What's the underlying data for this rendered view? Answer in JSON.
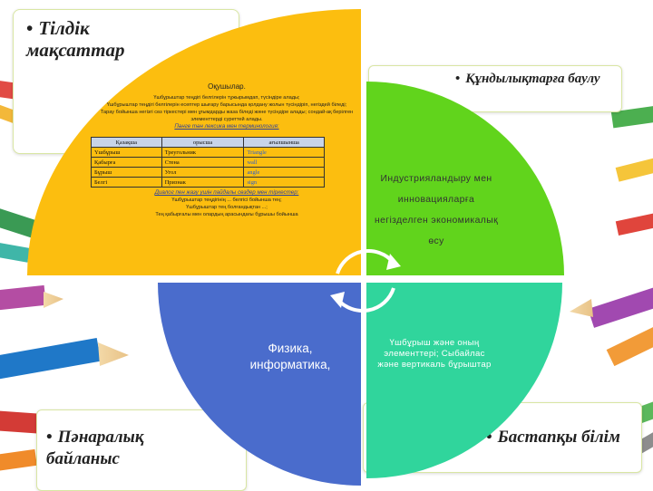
{
  "cards": {
    "top_left": "Тілдік мақсаттар",
    "top_right": "Құндылықтарға баулу",
    "bottom_left": "Пәнаралық байланыс",
    "bottom_right": "Бастапқы білім"
  },
  "segments": {
    "yellow": {
      "heading": "Оқушылар.",
      "lines": [
        "Үшбұрыштар теңдігі белгілерін тұжырымдап, түсіндіре алады;",
        "Үшбұрыштар теңдігі белгілерін есептер шығару барысында қолдану жолын түсіндіріп, негіздей біледі;",
        "Тарау бойынша негізгі сөз тіркестері мен ұғымдарды жаза біледі және түсіндіре алады; сондай-ақ берілген элементтерді суреттей алады."
      ],
      "vocab_title": "Пәнге тән лексика мен терминология:",
      "vocab_headers": [
        "Қазақша",
        "орысша",
        "ағылшынша"
      ],
      "vocab_rows": [
        [
          "Үшбұрыш",
          "Треугольник",
          "Triangle"
        ],
        [
          "Қабырға",
          "Стена",
          "wall"
        ],
        [
          "Бұрыш",
          "Угол",
          "angle"
        ],
        [
          "Белгі",
          "Признак",
          "sign"
        ]
      ],
      "dialog_title": "Диалог пен жазу үшін пайдалы сөздер мен тіркестер:",
      "dialog_lines": [
        "Үшбұрыштар теңдігінің ... белгісі бойынша тең;",
        "Үшбұрыштар тең болғандықтан ...;",
        "Тең қабырғалы мен олардың арасындағы бұрышы бойынша"
      ]
    },
    "green": "Индустрияландыру мен инновацияларға негізделген экономикалық өсу",
    "teal": "Үшбұрыш және оның элементтері; Сыбайлас және вертикаль бұрыштар",
    "blue": "Физика, информатика,"
  },
  "colors": {
    "yellow": "#fcbe0f",
    "green": "#61d41c",
    "teal": "#30d59c",
    "blue": "#4a6ccc"
  },
  "icons": {
    "cycle": "circular-arrows-icon",
    "background": "colored-pencils"
  }
}
